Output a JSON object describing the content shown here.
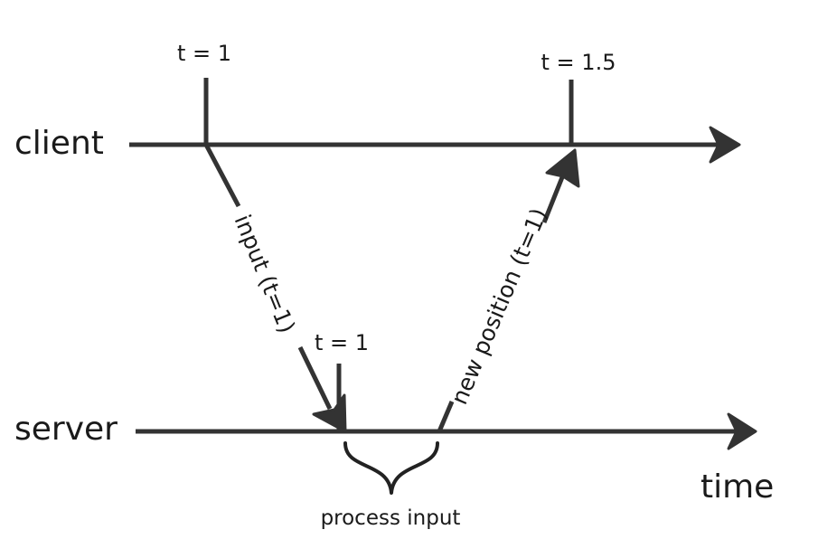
{
  "lanes": {
    "client": "client",
    "server": "server"
  },
  "axis_label": "time",
  "ticks": {
    "client_start": "t = 1",
    "client_end": "t = 1.5",
    "server_arrival": "t = 1"
  },
  "messages": {
    "input": "input (t=1)",
    "response": "new position (t=1)"
  },
  "annotation": {
    "process": "process input"
  },
  "colors": {
    "stroke": "#333333",
    "text": "#1a1a1a",
    "background": "#ffffff"
  }
}
